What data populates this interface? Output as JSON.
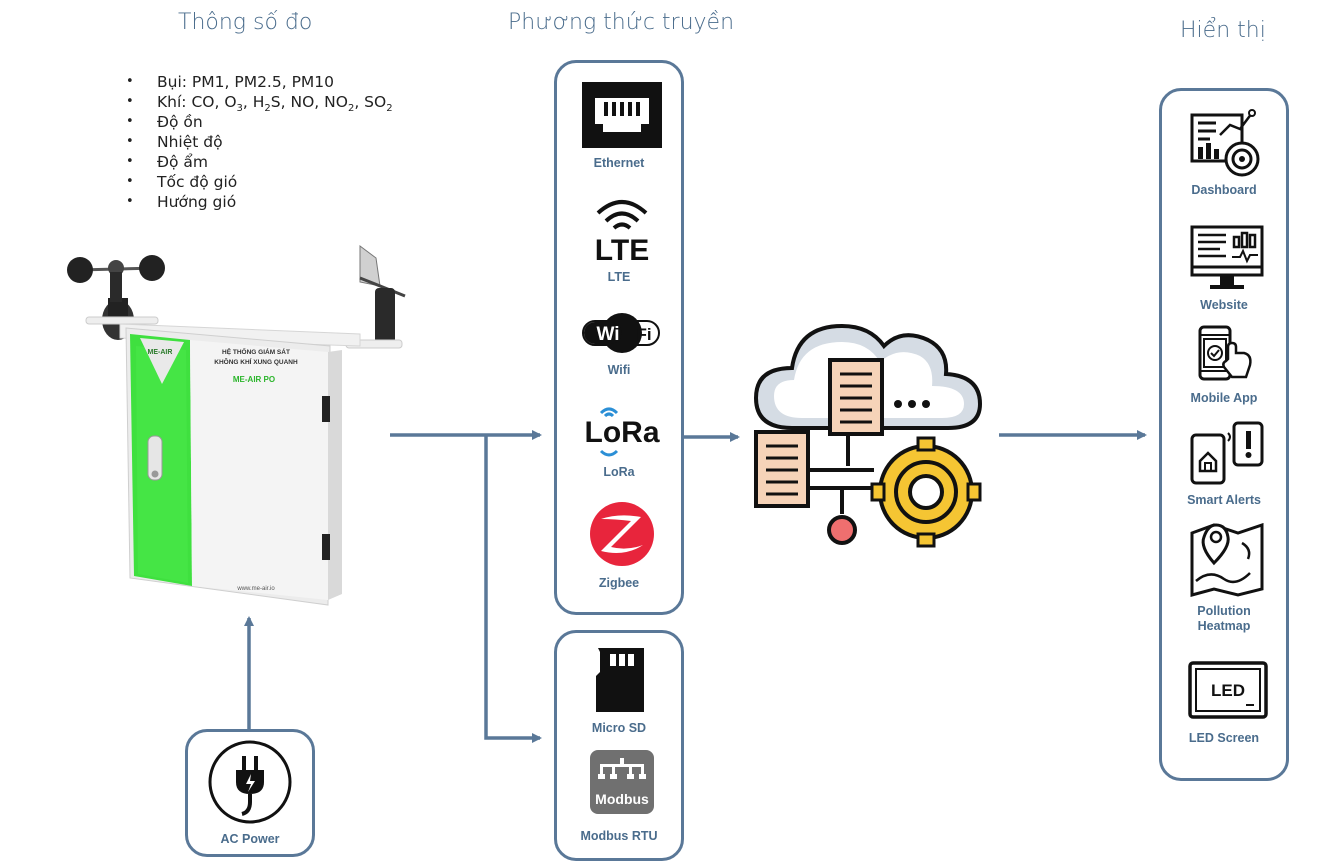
{
  "headings": {
    "params": "Thông số đo",
    "transmission": "Phương thức truyền",
    "display": "Hiển thị"
  },
  "params": {
    "dust": "Bụi: PM1, PM2.5, PM10",
    "gas_prefix": "Khí: CO, O",
    "gas_o3_sub": "3",
    "gas_h2s_pre": ", H",
    "gas_h2s_sub": "2",
    "gas_mid": "S, NO, NO",
    "gas_no2_sub": "2",
    "gas_so2_pre": ", SO",
    "gas_so2_sub": "2",
    "noise": "Độ ồn",
    "temperature": "Nhiệt độ",
    "humidity": "Độ ẩm",
    "wind_speed": "Tốc độ gió",
    "wind_direction": "Hướng gió"
  },
  "device": {
    "brand": "ME-AIR",
    "title_line1": "HỆ THỐNG GIÁM SÁT",
    "title_line2": "KHÔNG KHÍ XUNG QUANH",
    "model": "ME-AIR PO",
    "website": "www.me-air.io"
  },
  "power": {
    "label": "AC Power"
  },
  "transmission": {
    "ethernet": "Ethernet",
    "lte": "LTE",
    "lte_icon_text": "LTE",
    "wifi": "Wifi",
    "wifi_icon_text_1": "Wi",
    "wifi_icon_text_2": "Fi",
    "lora": "LoRa",
    "lora_icon_text": "LoRa",
    "zigbee": "Zigbee"
  },
  "storage": {
    "microsd": "Micro SD",
    "modbus": "Modbus RTU",
    "modbus_icon_text": "Modbus"
  },
  "display": {
    "dashboard": "Dashboard",
    "website": "Website",
    "mobile_app": "Mobile App",
    "smart_alerts": "Smart Alerts",
    "heatmap_line1": "Pollution",
    "heatmap_line2": "Heatmap",
    "led_screen": "LED Screen",
    "led_icon_text": "LED"
  },
  "colors": {
    "accent_line": "#5a7898",
    "label": "#4a6c8c",
    "device_green": "#3fe03f",
    "gear_yellow": "#f5c533",
    "doc_peach": "#f6d3b8",
    "zigbee_red": "#e8253c"
  }
}
